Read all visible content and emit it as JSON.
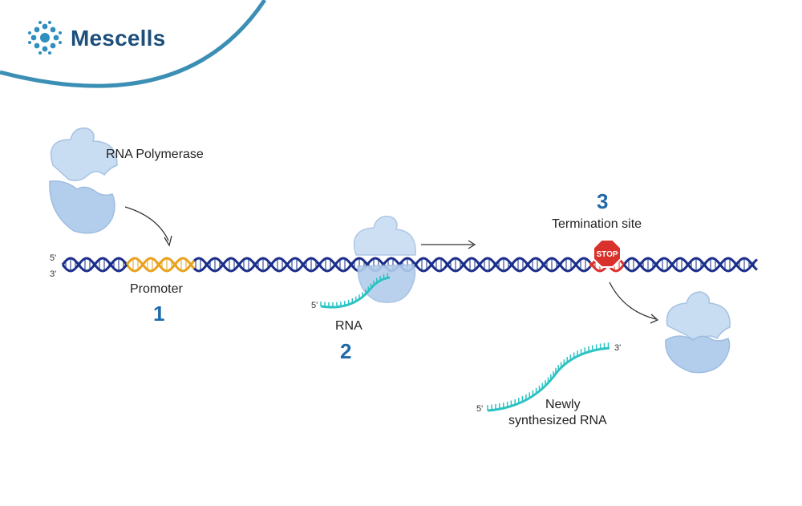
{
  "brand": {
    "name": "Mescells",
    "logo_icon": "cell-cluster-icon",
    "accent": "#3b8fb5"
  },
  "labels": {
    "rna_polymerase": "RNA Polymerase",
    "promoter": "Promoter",
    "step1": "1",
    "rna": "RNA",
    "step2": "2",
    "step3": "3",
    "termination_site": "Termination site",
    "stop_sign": "STOP",
    "newly_line1": "Newly",
    "newly_line2": "synthesized RNA",
    "five_prime": "5'",
    "three_prime": "3'"
  },
  "colors": {
    "dna_strand": "#1b2f8a",
    "promoter_highlight": "#e8a21f",
    "termination_highlight": "#d9312b",
    "rna_strand": "#2cc3c3",
    "polymerase_fill": "#b9d3ef",
    "number_blue": "#1f6aa8"
  }
}
